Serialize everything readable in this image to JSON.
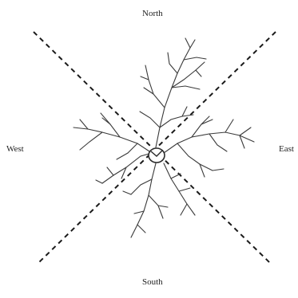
{
  "labels": {
    "north": "North",
    "south": "South",
    "west": "West",
    "east": "East"
  },
  "colors": {
    "line": "#1a1a1a",
    "dendrite": "#3a3a3a",
    "soma": "#2a2a2a",
    "background": "#ffffff"
  },
  "figure": {
    "subject": "neuron-dendrite-tracing",
    "dividers": "dashed-diagonals"
  }
}
